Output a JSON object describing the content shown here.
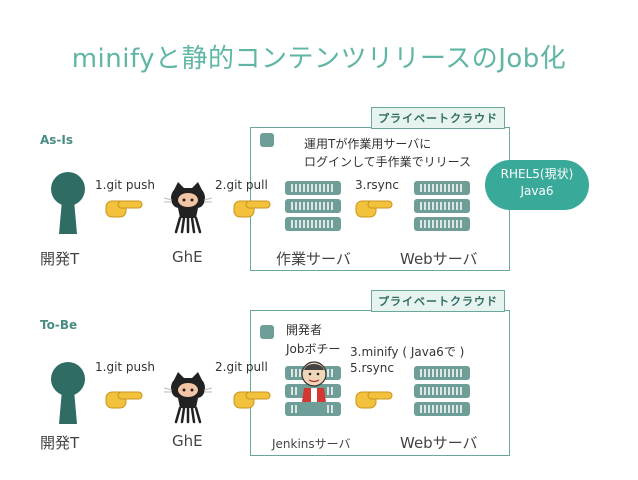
{
  "title": "minifyと静的コンテンツリリースのJob化",
  "as_is": {
    "label": "As-Is",
    "cloud_label": "プライベートクラウド",
    "note_line1": "運用Tが作業用サーバに",
    "note_line2": "ログインして手作業でリリース",
    "steps": {
      "push": "1.git push",
      "pull": "2.git pull",
      "rsync": "3.rsync"
    },
    "nodes": {
      "dev": "開発T",
      "ghe": "GhE",
      "work": "作業サーバ",
      "web": "Webサーバ"
    },
    "bubble_line1": "RHEL5(現状)",
    "bubble_line2": "Java6"
  },
  "to_be": {
    "label": "To-Be",
    "cloud_label": "プライベートクラウド",
    "note_line1": "開発者",
    "note_line2": "Jobボチー",
    "steps": {
      "push": "1.git push",
      "pull": "2.git pull",
      "minify": "3.minify ( Java6で )",
      "rsync": "5.rsync"
    },
    "nodes": {
      "dev": "開発T",
      "ghe": "GhE",
      "jenkins": "Jenkinsサーバ",
      "web": "Webサーバ"
    }
  },
  "colors": {
    "accent": "#5fb6a5",
    "person": "#2f6d64",
    "server": "#6f9d97",
    "hand": "#f2c23d"
  },
  "icons": [
    "person-icon",
    "octocat-icon",
    "pointing-hand-icon",
    "server-icon",
    "jenkins-icon",
    "square-icon"
  ]
}
